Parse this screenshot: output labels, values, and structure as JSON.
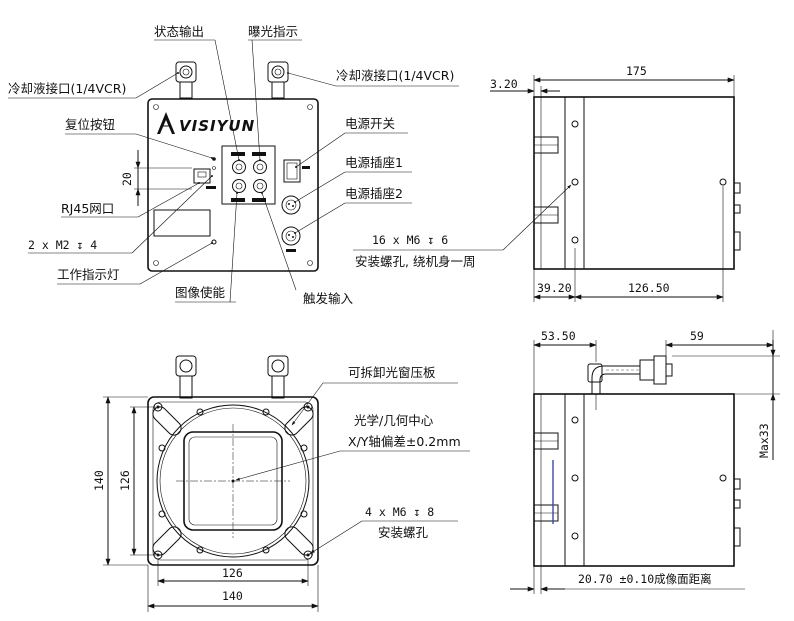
{
  "brand": {
    "logo_text": "VISIYUN"
  },
  "front_view": {
    "labels": {
      "status_output": "状态输出",
      "exposure_indicator": "曝光指示",
      "coolant_left": "冷却液接口(1/4VCR)",
      "coolant_right": "冷却液接口(1/4VCR)",
      "reset_button": "复位按钮",
      "power_switch": "电源开关",
      "power_socket_1": "电源插座1",
      "power_socket_2": "电源插座2",
      "rj45": "RJ45网口",
      "m2_holes": "2 x  M2  ↧  4",
      "work_indicator": "工作指示灯",
      "image_enable": "图像使能",
      "trigger_input": "触发输入"
    },
    "dims": {
      "rj45_height": "20"
    }
  },
  "side_view_top": {
    "dims": {
      "total_length": "175",
      "front_offset": "3.20",
      "hole_offset": "39.20",
      "hole_pitch": "126.50"
    },
    "labels": {
      "screw_holes_line1": "16 x  M6  ↧  6",
      "screw_holes_line2": "安装螺孔, 绕机身一周"
    }
  },
  "back_view": {
    "labels": {
      "removable_plate": "可拆卸光窗压板",
      "optical_center_line1": "光学/几何中心",
      "optical_center_line2": "X/Y轴偏差±0.2mm",
      "mount_holes_line1": "4 x  M6  ↧  8",
      "mount_holes_line2": "安装螺孔"
    },
    "dims": {
      "inner_width": "126",
      "outer_width": "140",
      "inner_height": "126",
      "outer_height": "140"
    }
  },
  "side_view_bottom": {
    "dims": {
      "front_offset": "53.50",
      "connector_length": "59",
      "max_height": "Max33",
      "image_distance": "20.70 ±0.10成像面距离"
    }
  }
}
